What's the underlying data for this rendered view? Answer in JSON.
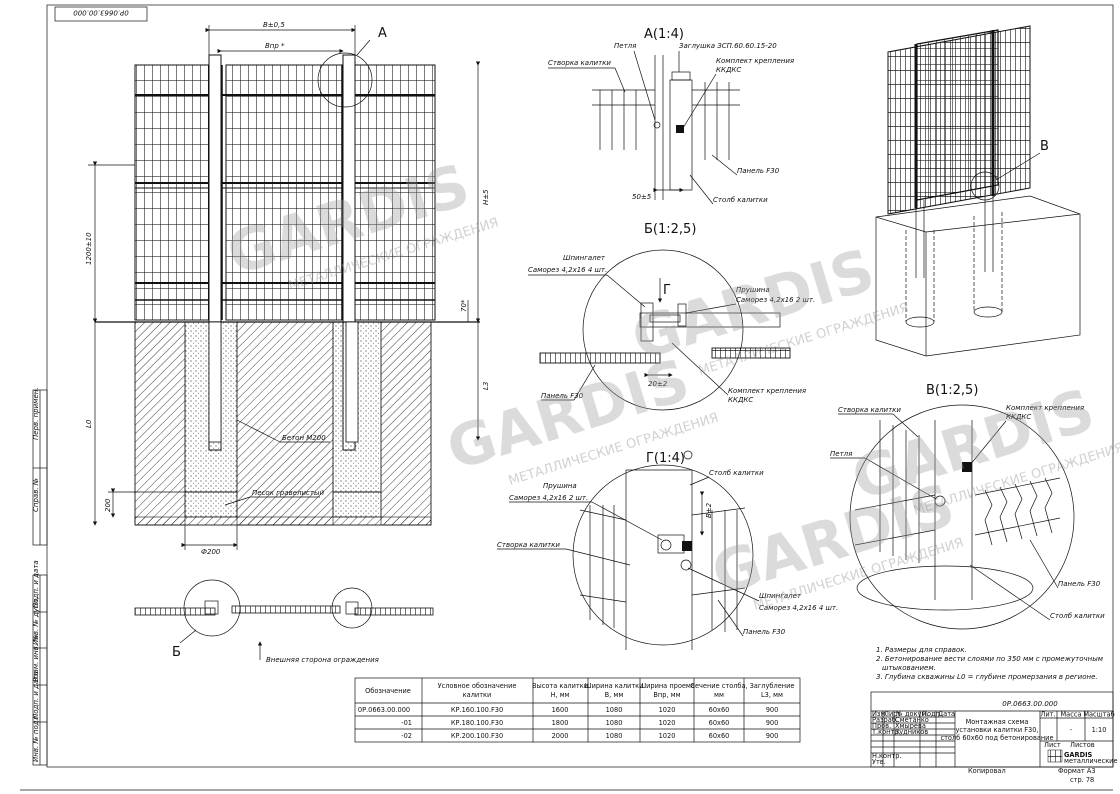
{
  "doc_code_rotated": "0Р.0663.00.000",
  "doc_code": "0Р.0663.00.000",
  "page_num": "стр. 78",
  "brand": "GARDIS",
  "brand_sub": "металлические ограждения",
  "watermark": {
    "brand": "GARDIS",
    "sub": "МЕТАЛЛИЧЕСКИЕ ОГРАЖДЕНИЯ"
  },
  "callouts": {
    "a": "А",
    "b": "Б",
    "v": "В",
    "g": "Г"
  },
  "dims": {
    "b05": "В±0,5",
    "bpr": "Впр *",
    "h5": "Н±5",
    "d1200": "1200±10",
    "d70": "70*",
    "l3": "L3",
    "l0": "L0",
    "d200": "200",
    "phi200": "Ф200",
    "d50": "50±5",
    "d20": "20±2",
    "b2": "В±2"
  },
  "main": {
    "beton": "Бетон М200",
    "pesok": "Песок гравелистый",
    "outer_side": "Внешняя сторона ограждения"
  },
  "section_a": {
    "title": "А(1:4)",
    "petlya": "Петля",
    "zaglushka": "Заглушка ЗСП.60.60.15-20",
    "stvorka": "Створка калитки",
    "komplekt1": "Комплект крепления",
    "komplekt2": "ККДКС",
    "panel": "Панель F30",
    "stolb": "Столб калитки"
  },
  "section_b": {
    "title": "Б(1:2,5)",
    "shpingalet": "Шпингалет",
    "samorez4": "Саморез 4,2х16 4 шт.",
    "prushina": "Прушина",
    "samorez2": "Саморез 4,2х16 2 шт.",
    "panel": "Панель F30",
    "komplekt1": "Комплект крепления",
    "komplekt2": "ККДКС"
  },
  "section_g": {
    "title": "Г(1:4)",
    "prushina": "Прушина",
    "samorez2": "Саморез 4,2х16 2 шт.",
    "stolb": "Столб калитки",
    "stvorka": "Створка калитки",
    "shpingalet": "Шпингалет",
    "samorez4": "Саморез 4,2х16 4 шт.",
    "panel": "Панель F30"
  },
  "section_v": {
    "title": "В(1:2,5)",
    "stvorka": "Створка калитки",
    "komplekt1": "Комплект крепления",
    "komplekt2": "ККДКС",
    "petlya": "Петля",
    "panel": "Панель F30",
    "stolb": "Столб калитки"
  },
  "notes": [
    "1. Размеры для справок.",
    "2. Бетонирование вести слоями по 350 мм с промежуточным",
    "штыкованием.",
    "3. Глубина скважины L0 = глубине промерзания в регионе."
  ],
  "spec_table": {
    "headers": [
      [
        "Обозначение"
      ],
      [
        "Условное обозначение",
        "калитки"
      ],
      [
        "Высота калитки",
        "Н, мм"
      ],
      [
        "Ширина калитки",
        "В, мм"
      ],
      [
        "Ширина проема",
        "Впр, мм"
      ],
      [
        "Сечение столба,",
        "мм"
      ],
      [
        "Заглубление",
        "L3, мм"
      ]
    ],
    "rows": [
      [
        "0Р.0663.00.000",
        "КР.160.100.F30",
        "1600",
        "1080",
        "1020",
        "60х60",
        "900"
      ],
      [
        "-01",
        "КР.180.100.F30",
        "1800",
        "1080",
        "1020",
        "60х60",
        "900"
      ],
      [
        "-02",
        "КР.200.100.F30",
        "2000",
        "1080",
        "1020",
        "60х60",
        "900"
      ]
    ]
  },
  "title_block": {
    "title_lines": [
      "Монтажная схема",
      "установки калитки F30,",
      "столб 60х60 под бетонирование"
    ],
    "col_heads": [
      "Лит.",
      "Масса",
      "Масштаб"
    ],
    "lit": "-",
    "scale": "1:10",
    "sign_rows": [
      [
        "Изм.",
        "Лист",
        "№ докум.",
        "Подп.",
        "Дата"
      ],
      [
        "Разраб.",
        "Сметанко",
        "",
        "",
        ""
      ],
      [
        "Пров.",
        "Хмырёва",
        "",
        "",
        ""
      ],
      [
        "Т.контр.",
        "Зудников",
        "",
        "",
        ""
      ],
      [
        "Н.контр.",
        "",
        "",
        "",
        ""
      ],
      [
        "Утв.",
        "",
        "",
        "",
        ""
      ]
    ],
    "sheet": "Лист",
    "sheets": "Листов",
    "copied": "Копировал",
    "format": "Формат А3"
  },
  "side_stamps": [
    "Перв. примен.",
    "Справ. №",
    "Подп. и дата",
    "Инв. № дубл.",
    "Взам. инв. №",
    "Подп. и дата",
    "Инв. № подл."
  ]
}
